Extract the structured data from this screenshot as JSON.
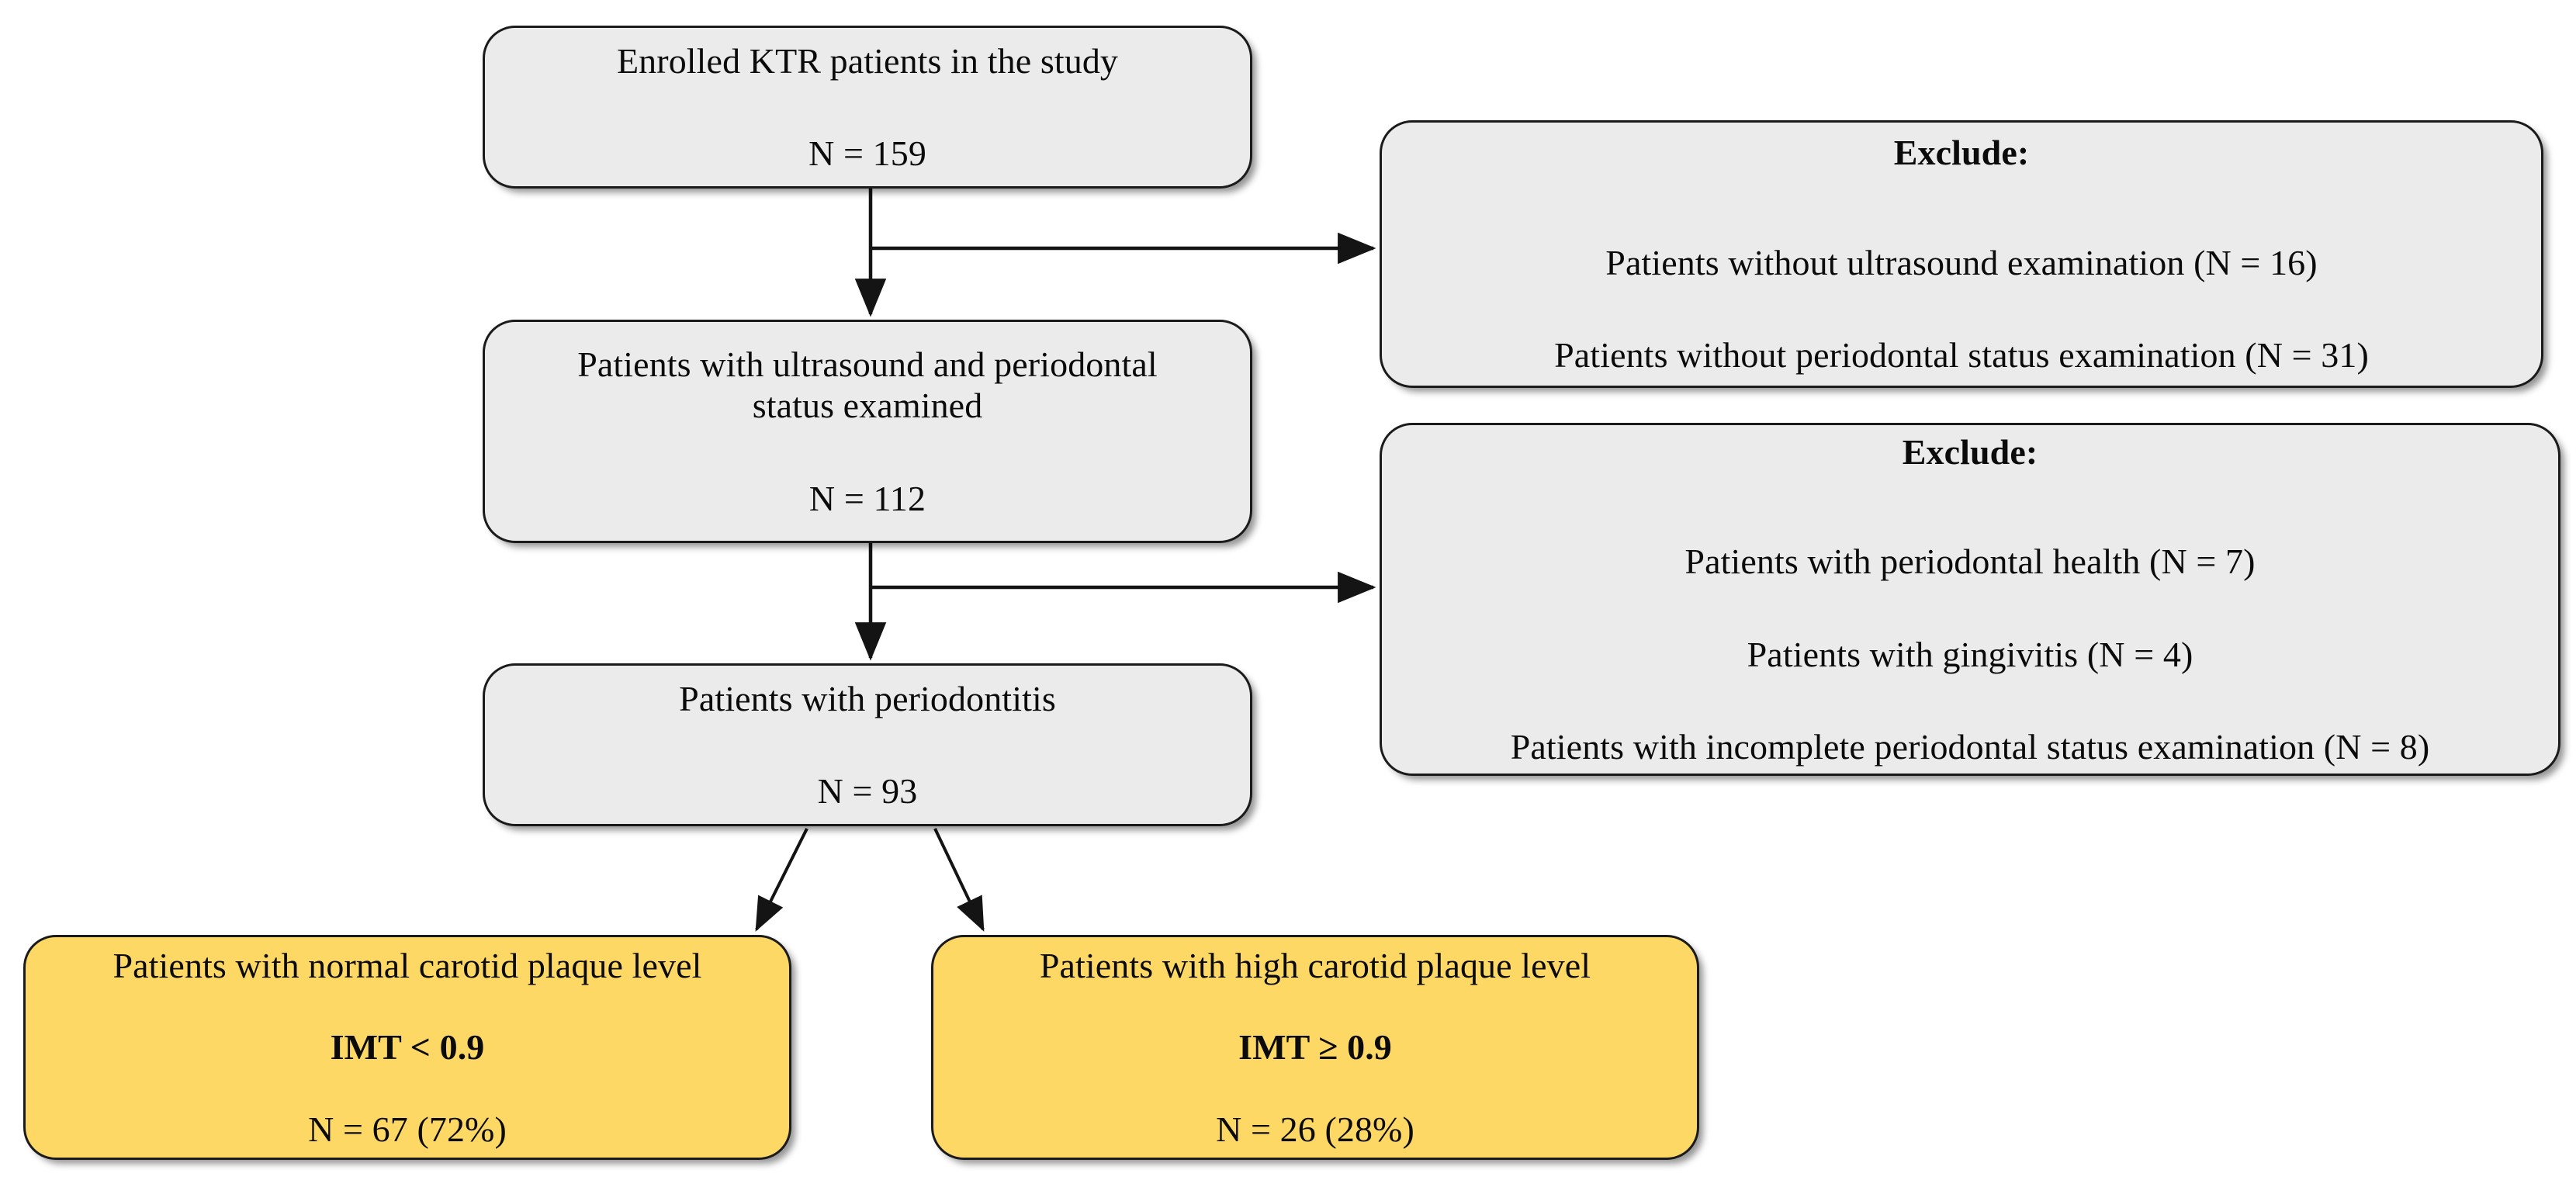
{
  "diagram": {
    "title": "KTR patient enrollment and carotid plaque stratification flowchart",
    "colors": {
      "node_gray": "#ebebeb",
      "node_yellow": "#fdd864",
      "border": "#1b1b1b",
      "text": "#0b0b0b",
      "background": "#ffffff"
    },
    "nodes": {
      "enrolled": {
        "label": "Enrolled KTR patients in the study",
        "count": "N = 159"
      },
      "examined": {
        "label_line_1": "Patients with ultrasound and periodontal",
        "label_line_2": "status examined",
        "count": "N = 112"
      },
      "periodontitis": {
        "label": "Patients with periodontitis",
        "count": "N = 93"
      },
      "exclude_1": {
        "heading": "Exclude:",
        "reasons": [
          "Patients without ultrasound examination (N = 16)",
          "Patients without periodontal status examination (N = 31)"
        ]
      },
      "exclude_2": {
        "heading": "Exclude:",
        "reasons": [
          "Patients with periodontal health (N = 7)",
          "Patients with gingivitis (N = 4)",
          "Patients with incomplete periodontal status examination (N = 8)"
        ]
      },
      "normal_imt": {
        "label": "Patients with normal carotid plaque level",
        "criterion": "IMT < 0.9",
        "count": "N = 67 (72%)"
      },
      "high_imt": {
        "label": "Patients with high carotid plaque level",
        "criterion": "IMT ≥ 0.9",
        "count": "N = 26 (28%)"
      }
    }
  }
}
